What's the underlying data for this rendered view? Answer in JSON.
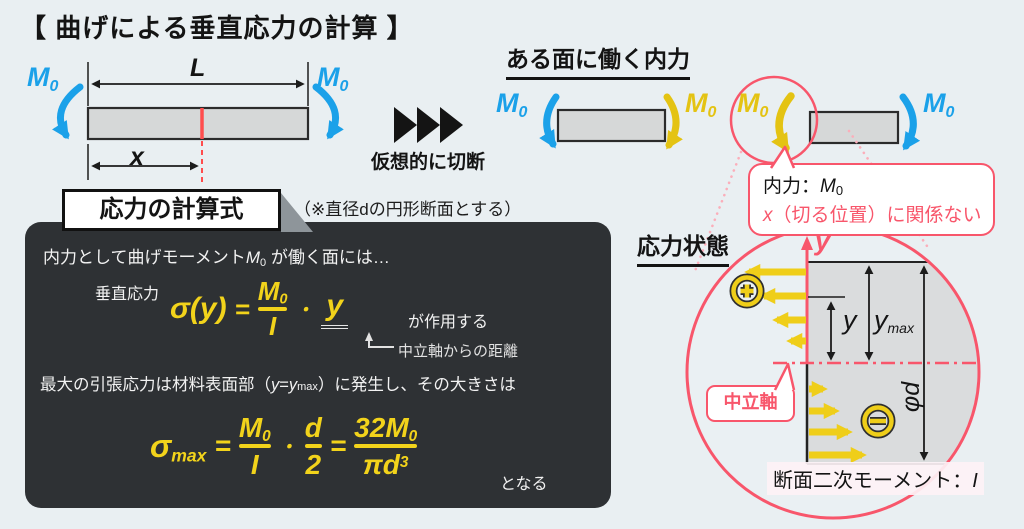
{
  "title": "【 曲げによる垂直応力の計算 】",
  "colors": {
    "background": "#E9EFF2",
    "blue_moment": "#1BA1E9",
    "yellow_moment": "#E4C313",
    "formula_yellow": "#F2D31B",
    "red_accent": "#F8566B",
    "panel_background": "#2E3134",
    "beam_gray": "#D6D8D8"
  },
  "symbols": {
    "moment": "M",
    "moment_sub": "0",
    "length": "L",
    "cut_position": "x"
  },
  "transition": {
    "icon": "triple-right-arrows",
    "label": "仮想的に切断"
  },
  "internal_force": {
    "heading": "ある面に働く内力",
    "bubble": {
      "line1_label": "内力：",
      "line1_symbol": "M",
      "line1_sub": "0",
      "line2_x": "x",
      "line2_rest": "（切る位置）に関係ない"
    }
  },
  "formula_panel": {
    "tab": "応力の計算式",
    "note": "（※直径dの円形断面とする）",
    "line1": {
      "pre": "内力として曲げモーメント",
      "symbol": "M",
      "sub": "0",
      "post": " が働く面には…"
    },
    "stress_label": "垂直応力",
    "formula1": {
      "lhs": "σ(y)",
      "equals": "=",
      "numerator": "M",
      "numerator_sub": "0",
      "denominator": "I",
      "dot": "・",
      "variable": "y",
      "suffix": "が作用する",
      "annotation": "中立軸からの距離"
    },
    "line2": {
      "pre": "最大の引張応力は材料表面部（",
      "y1": "y",
      "eq": "=",
      "y2": "y",
      "sub": "max",
      "post": "）に発生し、その大きさは"
    },
    "formula2": {
      "lhs": "σ",
      "lhs_sub": "max",
      "eq1": "=",
      "f1_num": "M",
      "f1_num_sub": "0",
      "f1_den": "I",
      "dot": "・",
      "f2_num": "d",
      "f2_den": "2",
      "eq2": "=",
      "f3_num": "32M",
      "f3_num_sub": "0",
      "f3_den": "πd",
      "f3_den_sup": "3",
      "suffix": "となる"
    }
  },
  "stress_state": {
    "heading": "応力状態",
    "axis_label": "y",
    "dim_y": "y",
    "dim_ymax": "y",
    "dim_ymax_sub": "max",
    "diameter": "φd",
    "plus_icon": "plus-circle-icon",
    "minus_icon": "minus-circle-icon",
    "neutral_axis": "中立軸",
    "inertia_label": "断面二次モーメント：",
    "inertia_symbol": "I"
  }
}
